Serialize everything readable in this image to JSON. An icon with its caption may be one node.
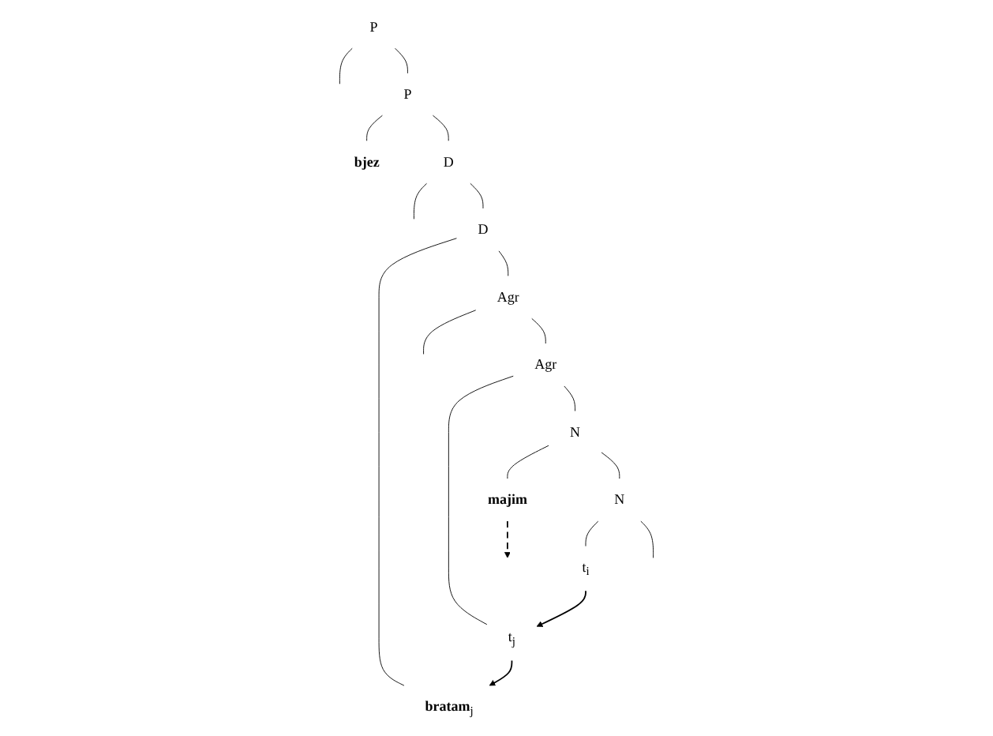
{
  "diagram": {
    "nodes": [
      {
        "text": [
          "P"
        ]
      },
      {
        "text": [
          "P"
        ]
      },
      {
        "text": [
          "bjez"
        ]
      },
      {
        "text": [
          "D"
        ]
      },
      {
        "text": [
          "D"
        ]
      },
      {
        "text": [
          "**bratam**$_{j}$"
        ]
      },
      {
        "text": [
          "Agr"
        ]
      },
      {
        "text": [
          "Agr"
        ]
      },
      {
        "text": [
          "t$_{j}$"
        ]
      },
      {
        "text": [
          "N"
        ]
      },
      {
        "text": [
          "majim"
        ]
      },
      {
        "text": [
          "N"
        ]
      },
      {
        "text": [
          "t$_{i}$"
        ]
      }
    ],
    "edges": [
      {
        "from": 0,
        "to": null,
        "arrow": "none"
      },
      {
        "from": 0,
        "to": 1,
        "arrow": "none"
      },
      {
        "from": 1,
        "to": 2,
        "arrow": "none"
      },
      {
        "from": 1,
        "to": 3,
        "arrow": "none"
      },
      {
        "from": 3,
        "to": null,
        "arrow": "none"
      },
      {
        "from": 3,
        "to": 4,
        "arrow": "none"
      },
      {
        "from": 4,
        "to": 5,
        "arrow": "none"
      },
      {
        "from": 4,
        "to": 6,
        "arrow": "none"
      },
      {
        "from": 6,
        "to": null,
        "arrow": "none"
      },
      {
        "from": 6,
        "to": 7,
        "arrow": "none"
      },
      {
        "from": 7,
        "to": 8,
        "arrow": "none"
      },
      {
        "from": 7,
        "to": 9,
        "arrow": "none"
      },
      {
        "from": 9,
        "to": 10,
        "arrow": "none"
      },
      {
        "from": 9,
        "to": 11,
        "arrow": "none"
      },
      {
        "from": 11,
        "to": 12,
        "arrow": "none"
      },
      {
        "from": 11,
        "to": null,
        "arrow": "none"
      },
      {
        "from": 8,
        "to": 5,
        "arrow": "to"
      },
      {
        "from": 12,
        "to": 8,
        "arrow": "to"
      },
      {
        "from": 10,
        "to": null,
        "arrow": "to",
        "style": "dashed"
      }
    ]
  }
}
